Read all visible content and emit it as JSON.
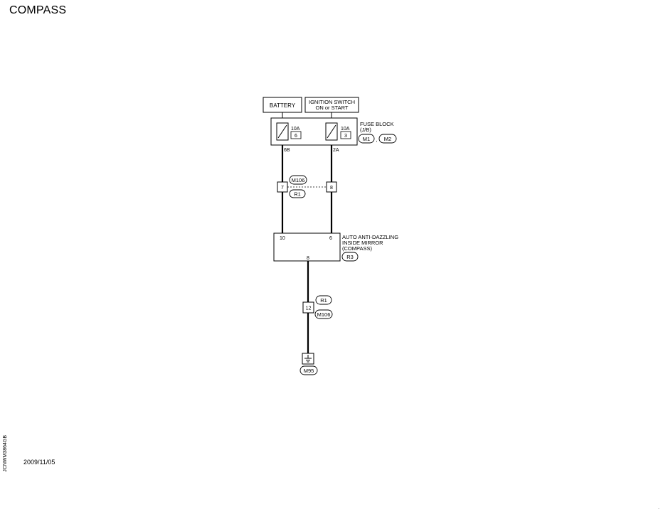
{
  "title": "COMPASS",
  "footer": {
    "code": "JCNWM3864GB",
    "date": "2009/11/05"
  },
  "components": {
    "battery": {
      "label": "BATTERY"
    },
    "ignition_switch": {
      "line1": "IGNITION SWITCH",
      "line2": "ON or START"
    },
    "fuse_block": {
      "line1": "FUSE BLOCK",
      "line2": "(J/B)",
      "connector1": "M1",
      "connector2": "M2",
      "separator": ",",
      "fuse_left": {
        "rating": "10A",
        "number": "6",
        "terminal": "6B"
      },
      "fuse_right": {
        "rating": "10A",
        "number": "3",
        "terminal": "2A"
      }
    },
    "mirror_connector_top": {
      "connector_a": "M106",
      "connector_b": "R1",
      "pin_left": "7",
      "pin_right": "8"
    },
    "mirror": {
      "line1": "AUTO ANTI-DAZZLING",
      "line2": "INSIDE MIRROR",
      "line3": "(COMPASS)",
      "connector": "R3",
      "pin_left": "10",
      "pin_right": "6",
      "pin_bottom": "8"
    },
    "ground_connector": {
      "connector_a": "R1",
      "connector_b": "M106",
      "pin": "12"
    },
    "ground": {
      "connector": "M95"
    }
  },
  "colors": {
    "line": "#000000",
    "background": "#ffffff"
  }
}
